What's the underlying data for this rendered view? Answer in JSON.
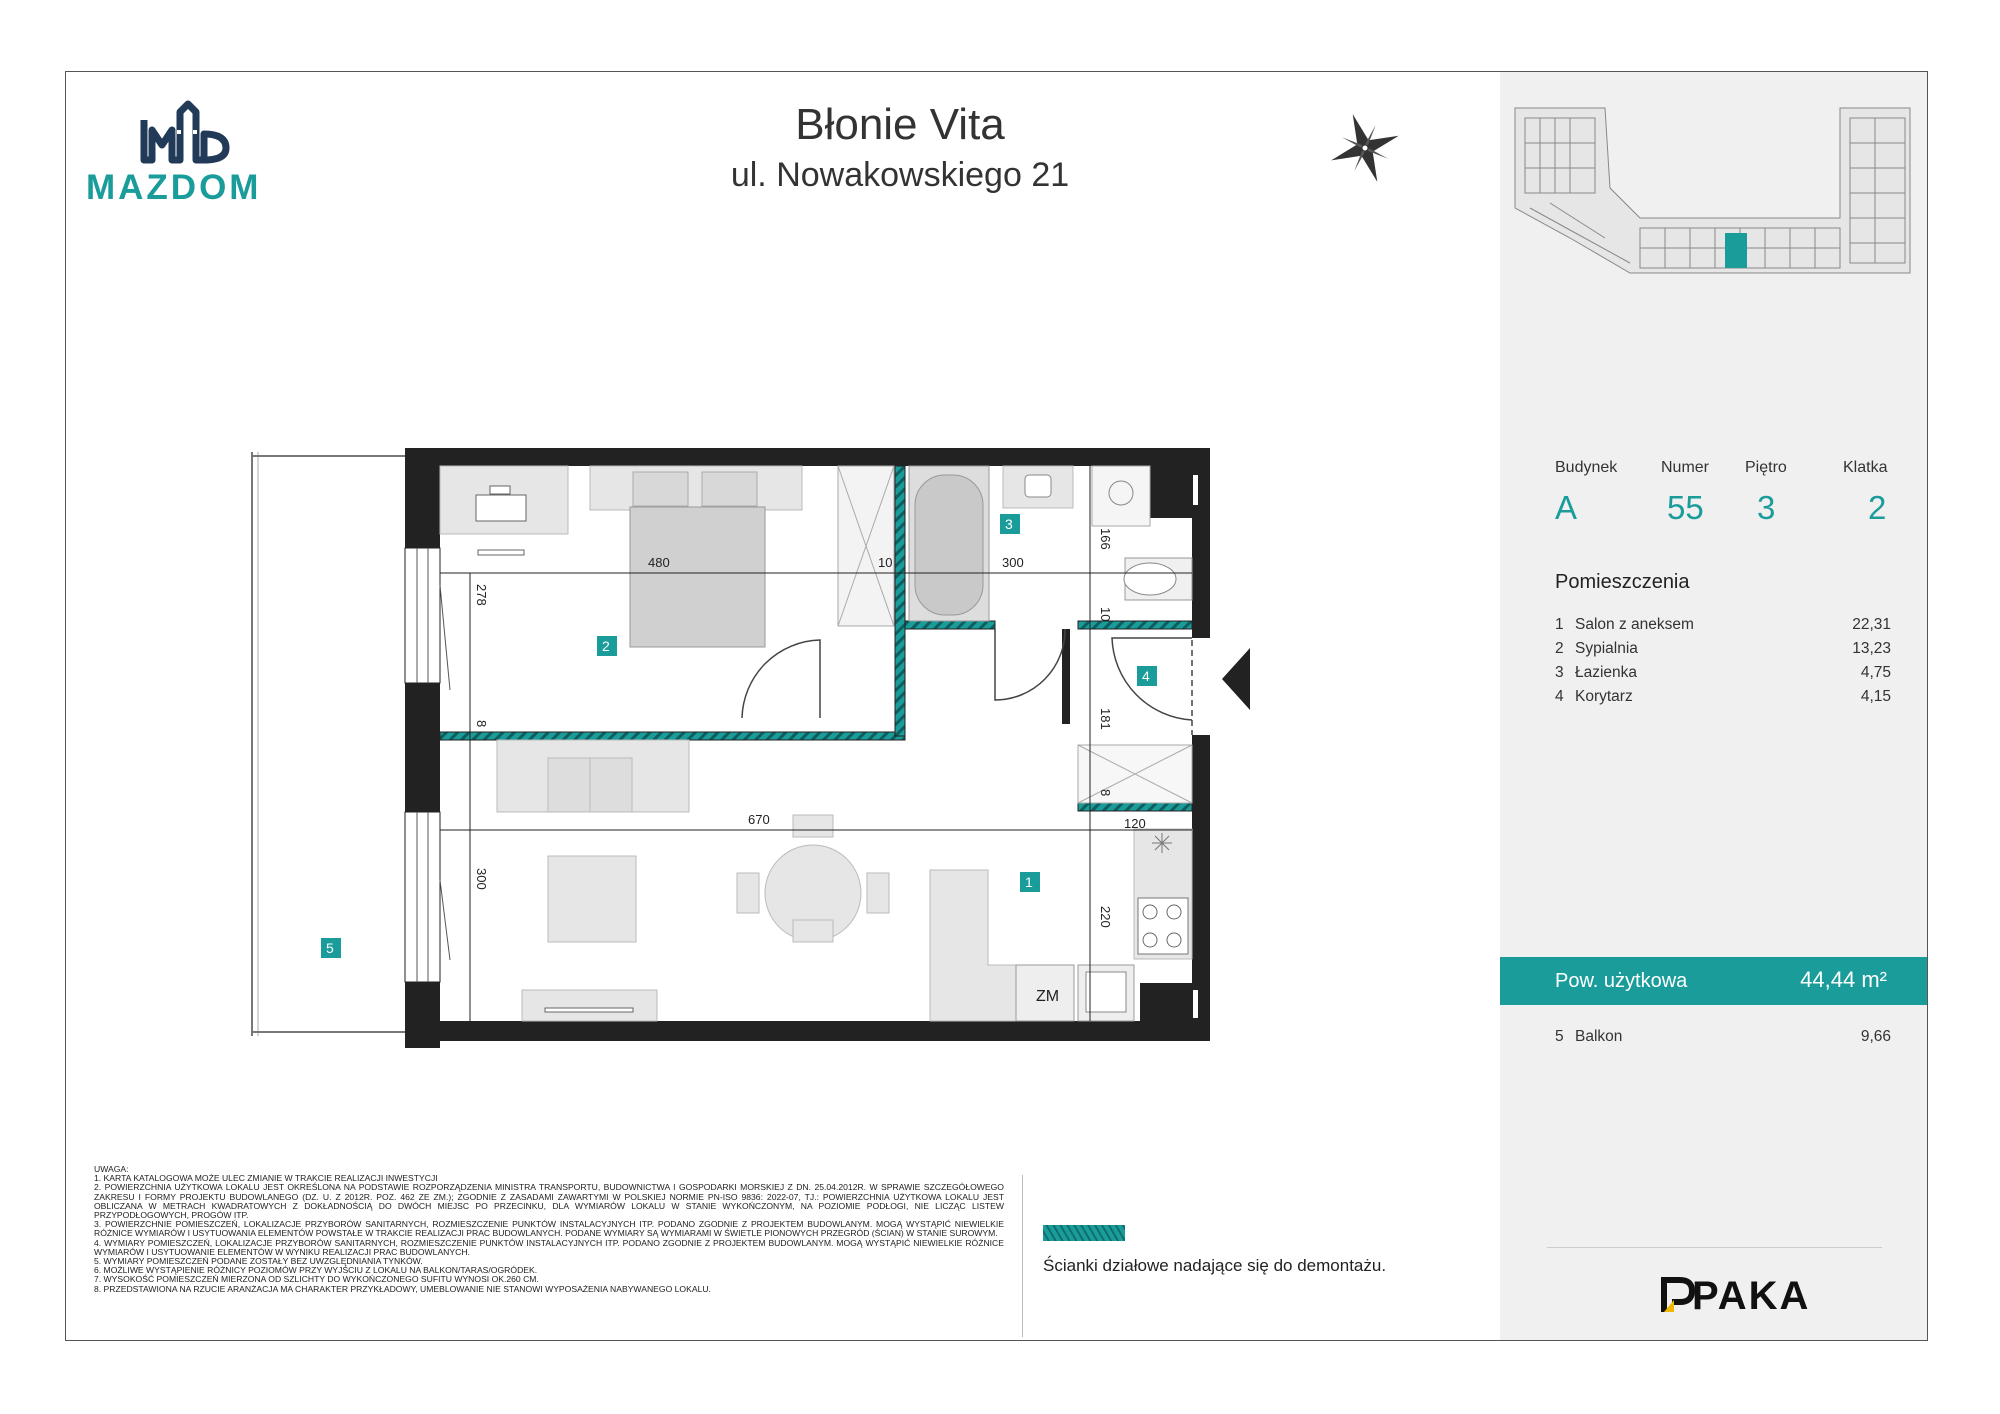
{
  "header": {
    "title": "Błonie Vita",
    "address": "ul. Nowakowskiego 21",
    "developer_logo": "MAZDOM",
    "compass_icon": "compass-rose-icon"
  },
  "apartment": {
    "labels": [
      "Budynek",
      "Numer",
      "Piętro",
      "Klatka"
    ],
    "values": [
      "A",
      "55",
      "3",
      "2"
    ]
  },
  "rooms_title": "Pomieszczenia",
  "rooms": [
    {
      "num": "1",
      "name": "Salon z aneksem",
      "area": "22,31"
    },
    {
      "num": "2",
      "name": "Sypialnia",
      "area": "13,23"
    },
    {
      "num": "3",
      "name": "Łazienka",
      "area": "4,75"
    },
    {
      "num": "4",
      "name": "Korytarz",
      "area": "4,15"
    }
  ],
  "usable_area": {
    "label": "Pow. użytkowa",
    "value": "44,44 m²"
  },
  "balcony": {
    "num": "5",
    "name": "Balkon",
    "area": "9,66"
  },
  "plan": {
    "dimensions": [
      "480",
      "10",
      "300",
      "166",
      "278",
      "10",
      "181",
      "8",
      "670",
      "120",
      "300",
      "8",
      "220"
    ],
    "room_badges": [
      "1",
      "2",
      "3",
      "4",
      "5"
    ],
    "zm_label": "ZM",
    "accent_color": "#1a9c9b"
  },
  "legend": {
    "text": "Ścianki działowe nadające się do demontażu."
  },
  "notes": [
    "UWAGA:",
    "1. KARTA KATALOGOWA MOŻE ULEC ZMIANIE W TRAKCIE REALIZACJI INWESTYCJI",
    "2. POWIERZCHNIA UŻYTKOWA LOKALU JEST OKREŚLONA NA PODSTAWIE ROZPORZĄDZENIA MINISTRA TRANSPORTU, BUDOWNICTWA I GOSPODARKI MORSKIEJ Z DN. 25.04.2012R. W SPRAWIE SZCZEGÓŁOWEGO ZAKRESU I FORMY PROJEKTU BUDOWLANEGO (DZ. U. Z 2012R. POZ. 462 ZE ZM.); ZGODNIE Z ZASADAMI ZAWARTYMI W POLSKIEJ NORMIE PN-ISO 9836: 2022-07, TJ.: POWIERZCHNIA UŻYTKOWA LOKALU JEST OBLICZANA W METRACH KWADRATOWYCH Z DOKŁADNOŚCIĄ DO DWÓCH MIEJSC PO PRZECINKU, DLA WYMIARÓW LOKALU W STANIE WYKOŃCZONYM, NA POZIOMIE PODŁOGI, NIE LICZĄC LISTEW PRZYPODŁOGOWYCH, PROGÓW ITP.",
    "3. POWIERZCHNIE POMIESZCZEŃ, LOKALIZACJE PRZYBORÓW SANITARNYCH, ROZMIESZCZENIE PUNKTÓW INSTALACYJNYCH ITP. PODANO ZGODNIE Z PROJEKTEM BUDOWLANYM. MOGĄ WYSTĄPIĆ NIEWIELKIE RÓŻNICE WYMIARÓW I USYTUOWANIA ELEMENTÓW POWSTAŁE W TRAKCIE REALIZACJI PRAC BUDOWLANYCH. PODANE WYMIARY SĄ WYMIARAMI W ŚWIETLE PIONOWYCH PRZEGRÓD (ŚCIAN) W STANIE SUROWYM.",
    "4. WYMIARY POMIESZCZEŃ, LOKALIZACJE PRZYBORÓW SANITARNYCH, ROZMIESZCZENIE PUNKTÓW INSTALACYJNYCH ITP. PODANO ZGODNIE Z PROJEKTEM BUDOWLANYM. MOGĄ WYSTĄPIĆ NIEWIELKIE RÓŻNICE WYMIARÓW I USYTUOWANIE ELEMENTÓW W WYNIKU REALIZACJI PRAC BUDOWLANYCH.",
    "5. WYMIARY POMIESZCZEŃ PODANE ZOSTAŁY BEZ UWZGLĘDNIANIA TYNKÓW.",
    "6. MOŻLIWE WYSTĄPIENIE RÓŻNICY POZIOMÓW PRZY WYJŚCIU Z LOKALU NA BALKON/TARAS/OGRÓDEK.",
    "7. WYSOKOŚĆ POMIESZCZEŃ MIERZONA OD SZLICHTY DO WYKOŃCZONEGO SUFITU WYNOSI OK.260 CM.",
    "8. PRZEDSTAWIONA NA RZUCIE ARANŻACJA MA CHARAKTER PRZYKŁADOWY, UMEBLOWANIE NIE STANOWI WYPOSAŻENIA NABYWANEGO LOKALU."
  ],
  "footer_logo": "PAKA"
}
